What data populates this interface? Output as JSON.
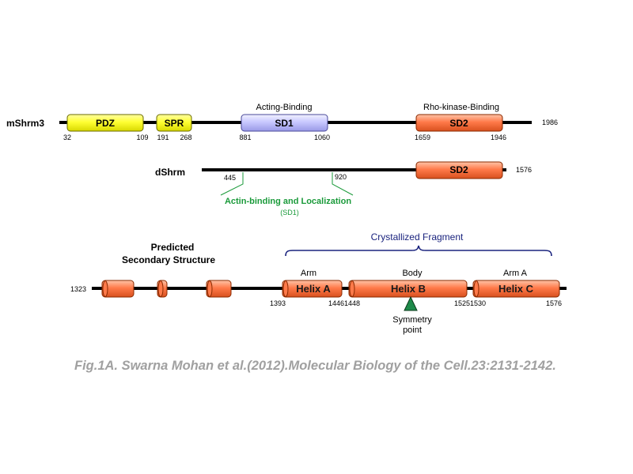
{
  "mshrm3": {
    "label": "mShrm3",
    "end_label": "1986",
    "annot_acting": "Acting-Binding",
    "annot_rho": "Rho-kinase-Binding",
    "domains": {
      "pdz": "PDZ",
      "spr": "SPR",
      "sd1": "SD1",
      "sd2": "SD2"
    },
    "positions": {
      "p32": "32",
      "p109": "109",
      "p191": "191",
      "p268": "268",
      "p881": "881",
      "p1060": "1060",
      "p1659": "1659",
      "p1946": "1946"
    }
  },
  "dshrm": {
    "label": "dShrm",
    "end_label": "1576",
    "sd2": "SD2",
    "p445": "445",
    "p920": "920",
    "actin_label": "Actin-binding and Localization",
    "actin_sub": "(SD1)"
  },
  "secondary": {
    "title_line1": "Predicted",
    "title_line2": "Secondary Structure",
    "crystallized": "Crystallized Fragment",
    "start_label": "1323",
    "arm": "Arm",
    "body": "Body",
    "arm_a": "Arm A",
    "helix_a": "Helix A",
    "helix_b": "Helix B",
    "helix_c": "Helix C",
    "p1393": "1393",
    "p14461448": "14461448",
    "p15251530": "15251530",
    "p1576": "1576",
    "symmetry_line1": "Symmetry",
    "symmetry_line2": "point"
  },
  "caption": "Fig.1A. Swarna Mohan et al.(2012).Molecular Biology of the Cell.23:2131-2142.",
  "colors": {
    "pdz": "#ffff33",
    "spr": "#ffff33",
    "sd1": "#c8c8ff",
    "sd2": "#ff7a4a",
    "helix": "#ff7a4a",
    "green": "#1a9a3a",
    "navy": "#1a237e",
    "caption": "#a0a0a0"
  }
}
